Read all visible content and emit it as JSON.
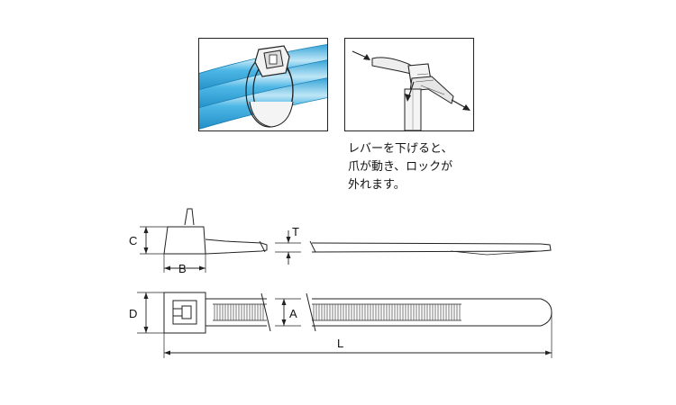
{
  "caption": "レバーを下げると、\n爪が動き、ロックが\n外れます。",
  "dimensions": {
    "a": "A",
    "b": "B",
    "c": "C",
    "d": "D",
    "t": "T",
    "l": "L"
  },
  "colors": {
    "cable_blue": "#3aaee0",
    "cable_highlight": "#bfe6f6",
    "line": "#222222",
    "fill_light": "#eeeeee"
  }
}
